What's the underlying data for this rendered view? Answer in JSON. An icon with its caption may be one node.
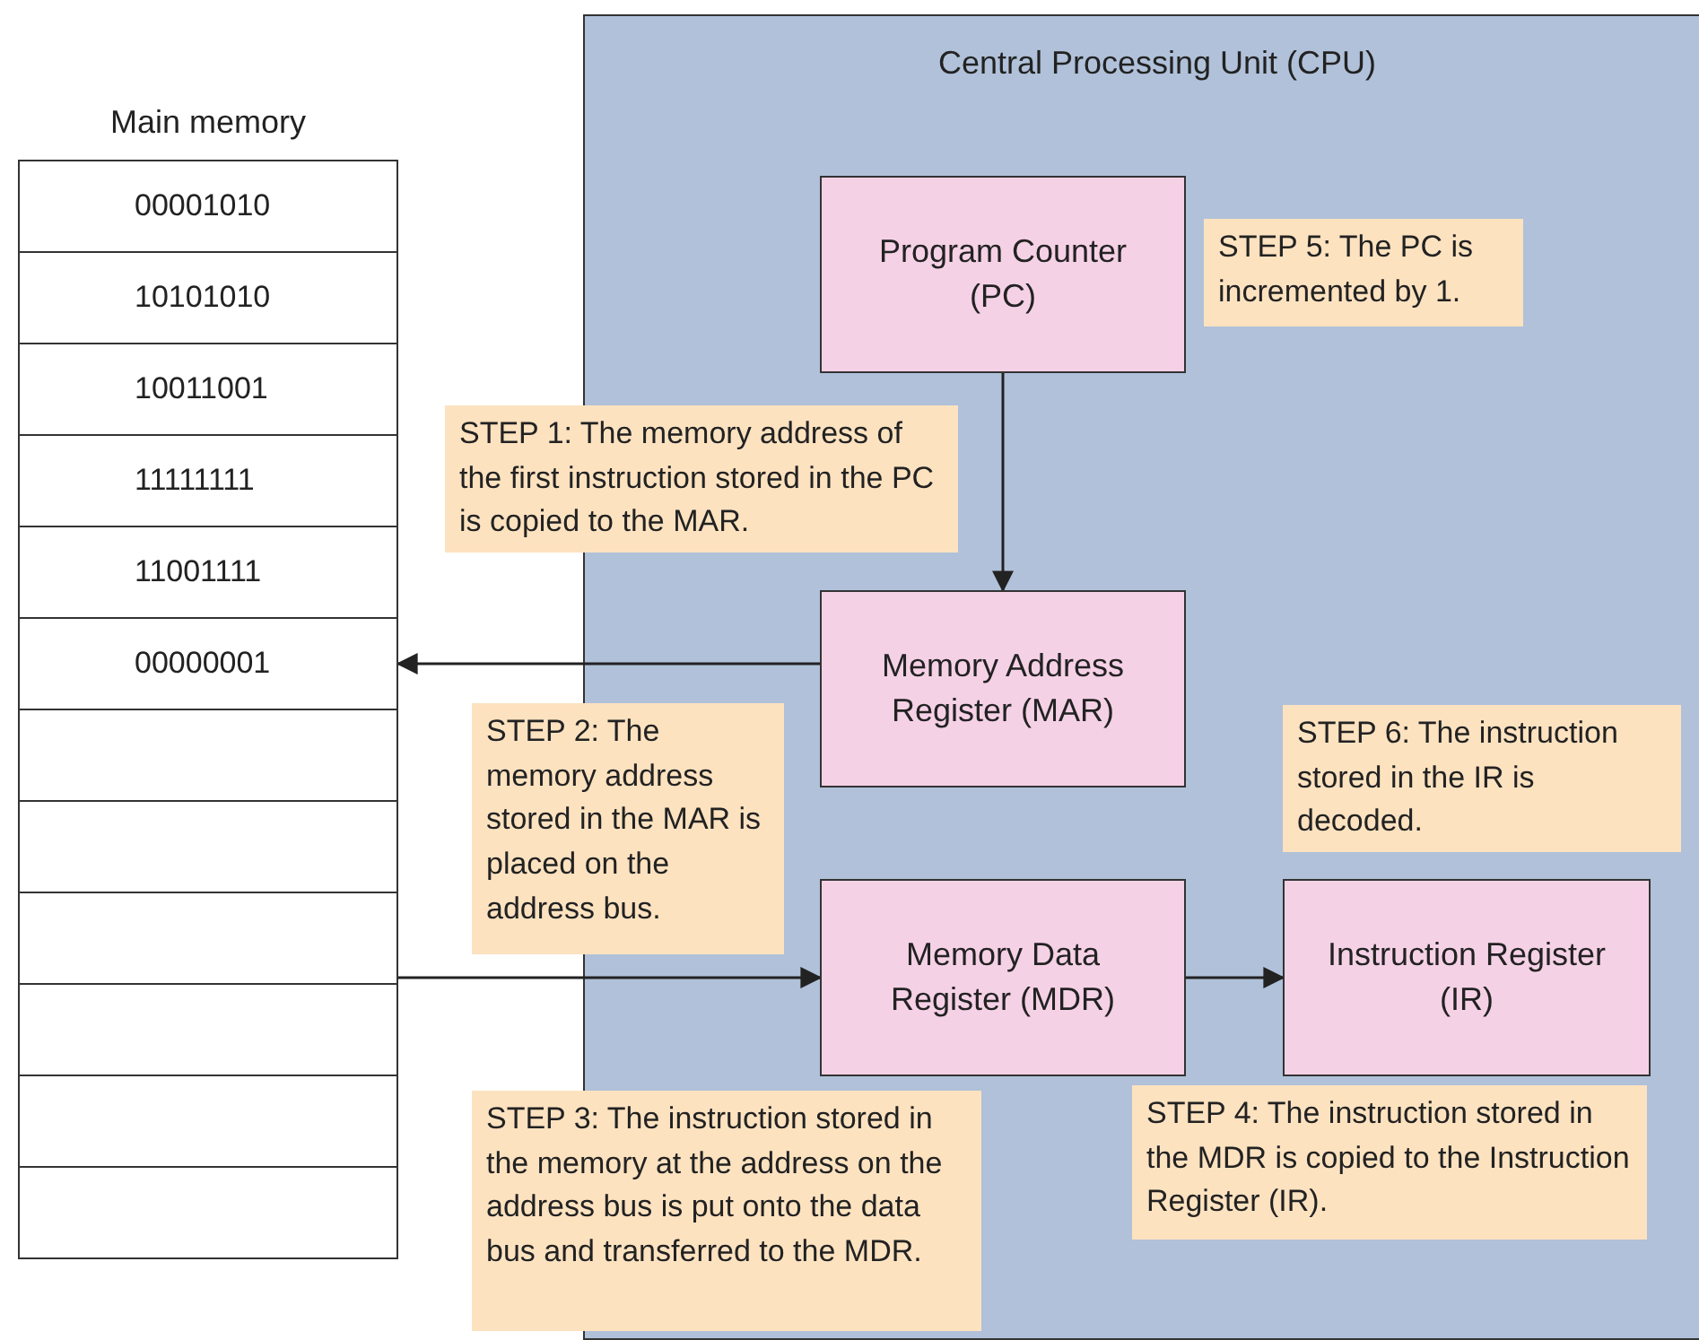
{
  "diagram": {
    "nodes": [
      {
        "text": [
          "Central Processing Unit (CPU)"
        ]
      },
      {
        "text": [
          "Main memory"
        ]
      },
      {
        "text": [
          "00001010"
        ],
        "in": 1
      },
      {
        "text": [
          "10101010"
        ],
        "in": 1
      },
      {
        "text": [
          "10011001"
        ],
        "in": 1
      },
      {
        "text": [
          "11111111"
        ],
        "in": 1
      },
      {
        "text": [
          "11001111"
        ],
        "in": 1
      },
      {
        "text": [
          "00000001"
        ],
        "in": 1
      },
      {
        "text": [],
        "shape": "box",
        "in": 1
      },
      {
        "text": [],
        "shape": "box",
        "in": 1
      },
      {
        "text": [],
        "shape": "box",
        "in": 1
      },
      {
        "text": [],
        "shape": "box",
        "in": 1
      },
      {
        "text": [],
        "shape": "box",
        "in": 1
      },
      {
        "text": [],
        "shape": "box",
        "in": 1
      },
      {
        "text": [
          "Program Counter (PC)"
        ],
        "in": 0
      },
      {
        "text": [
          "STEP 5: The PC is incremented by 1."
        ],
        "in": 0
      },
      {
        "text": [
          "STEP 1: The memory address of the first instruction stored in the PC is copied to the MAR."
        ]
      },
      {
        "text": [
          "Memory Address Register (MAR)"
        ],
        "in": 0
      },
      {
        "text": [
          "STEP 6: The instruction stored in the IR is decoded."
        ],
        "in": 0
      },
      {
        "text": [
          "STEP 2: The memory address stored in the MAR is placed on the address bus."
        ]
      },
      {
        "text": [
          "Memory Data Register (MDR)"
        ],
        "in": 0
      },
      {
        "text": [
          "Instruction Register (IR)"
        ],
        "in": 0
      },
      {
        "text": [
          "STEP 3: The instruction stored in the memory at the address on the address bus is put onto the data bus and transferred to the MDR."
        ]
      },
      {
        "text": [
          "STEP 4: The instruction stored in the MDR is copied to the Instruction Register (IR)."
        ],
        "in": 0
      }
    ],
    "edges": [
      {
        "from": 14,
        "to": 17,
        "arrow": "to"
      },
      {
        "from": 17,
        "to": 7,
        "arrow": "to"
      },
      {
        "from": 1,
        "to": 20,
        "arrow": "to"
      },
      {
        "from": 20,
        "to": 21,
        "arrow": "to"
      }
    ]
  }
}
